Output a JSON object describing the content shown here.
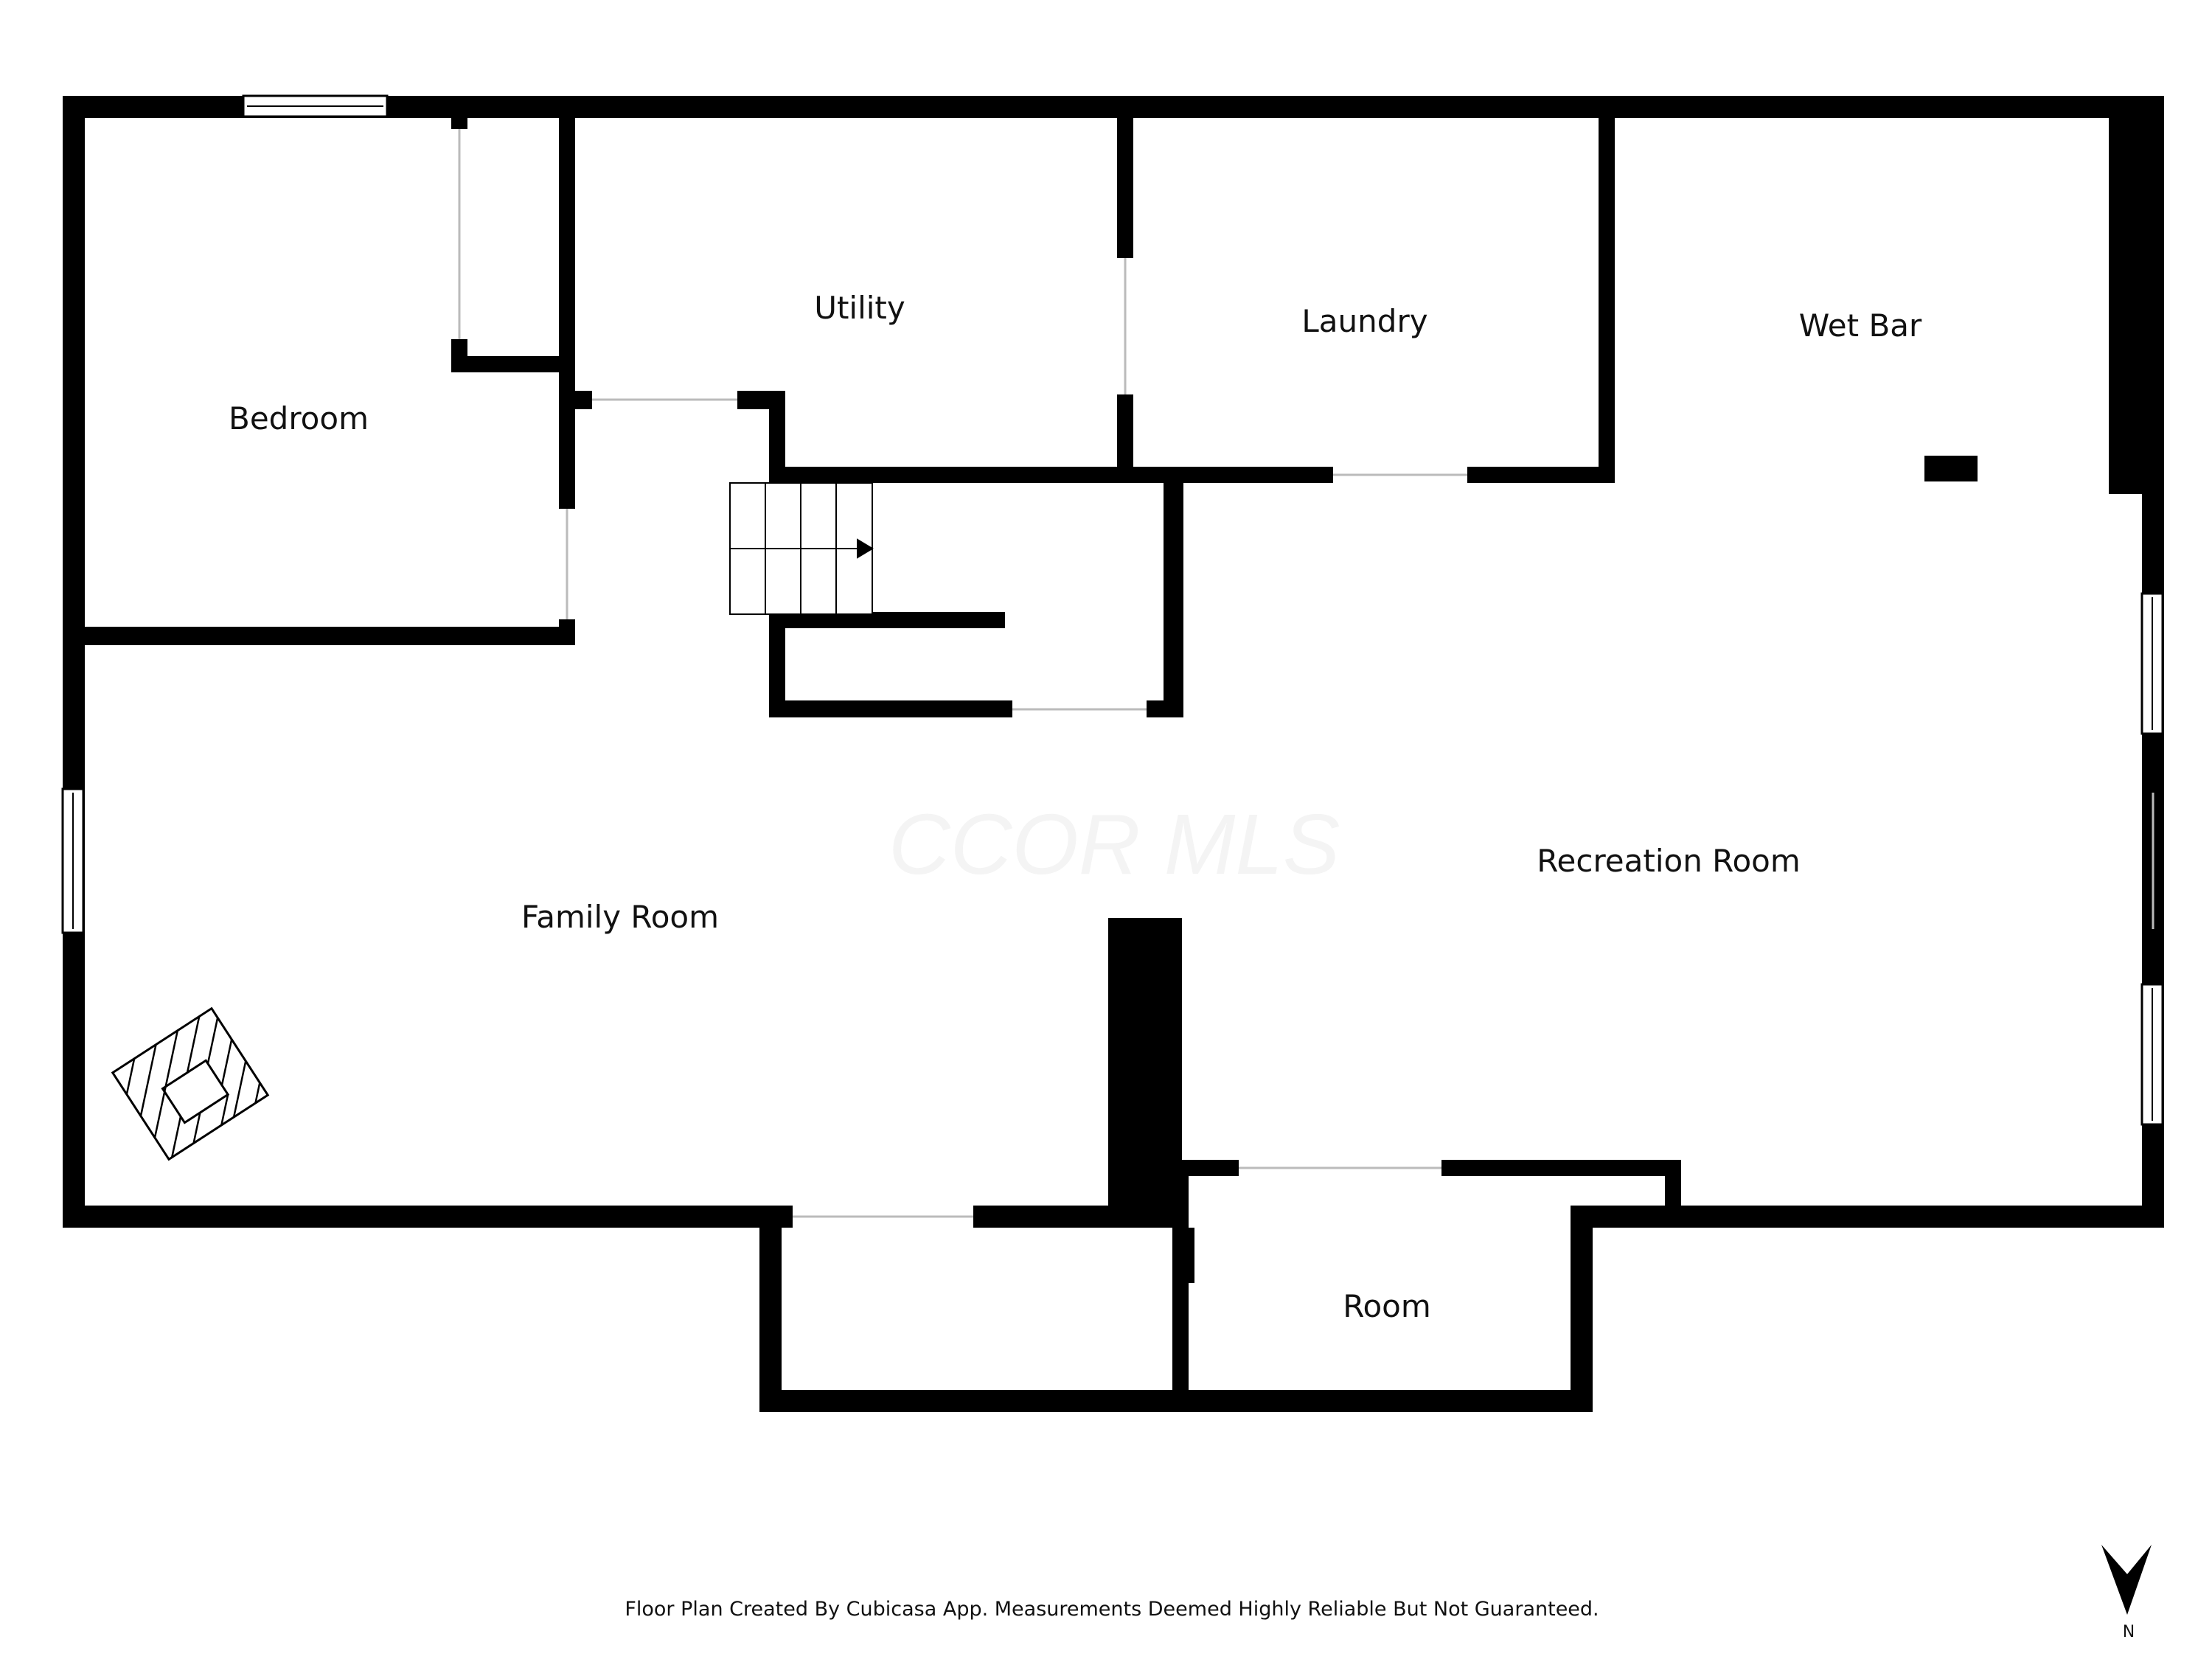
{
  "rooms": {
    "bedroom": "Bedroom",
    "utility": "Utility",
    "laundry": "Laundry",
    "wet_bar": "Wet Bar",
    "family_room": "Family Room",
    "recreation_room": "Recreation Room",
    "room": "Room"
  },
  "watermark": "CCOR MLS",
  "footer": "Floor Plan Created By Cubicasa App. Measurements Deemed Highly Reliable But Not Guaranteed.",
  "north_label": "N",
  "colors": {
    "wall": "#000000",
    "background": "#ffffff",
    "watermark": "#f4f4f4"
  }
}
